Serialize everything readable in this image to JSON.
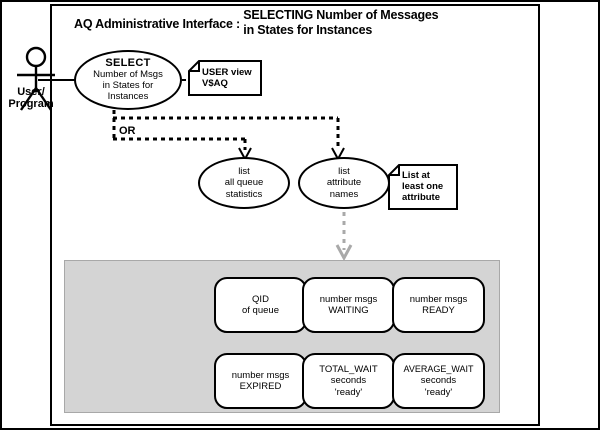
{
  "title": {
    "prefix": "AQ Administrative Interface :",
    "main_line1": "SELECTING Number of Messages",
    "main_line2": "in States for Instances"
  },
  "actor": {
    "name": "actor-user-program",
    "label_line1": "User/",
    "label_line2": "Program"
  },
  "use_cases": {
    "main": {
      "line1": "SELECT",
      "line2": "Number of Msgs",
      "line3": "in States for",
      "line4": "Instances"
    },
    "queue_statistics": {
      "line1": "list",
      "line2": "all queue",
      "line3": "statistics"
    },
    "attribute_names": {
      "line1": "list",
      "line2": "attribute",
      "line3": "names"
    }
  },
  "notes": {
    "user_view": {
      "line1": "USER view",
      "line2": "V$AQ"
    },
    "list_attribute": {
      "line1": "List at",
      "line2": "least one",
      "line3": "attribute"
    }
  },
  "connectors": {
    "or_label": "OR"
  },
  "results": {
    "boxes": [
      {
        "line1": "QID",
        "line2": "of queue",
        "line3": ""
      },
      {
        "line1": "number msgs",
        "line2": "WAITING",
        "line3": ""
      },
      {
        "line1": "number msgs",
        "line2": "READY",
        "line3": ""
      },
      {
        "line1": "number msgs",
        "line2": "EXPIRED",
        "line3": ""
      },
      {
        "line1": "TOTAL_WAIT",
        "line2": "seconds",
        "line3": "'ready'"
      },
      {
        "line1": "AVERAGE_WAIT",
        "line2": "seconds",
        "line3": "'ready'"
      }
    ]
  },
  "colors": {
    "panel_fill": "#d4d4d4",
    "stroke": "#000000",
    "gray_arrow": "#a9a9a9",
    "background": "#ffffff"
  }
}
